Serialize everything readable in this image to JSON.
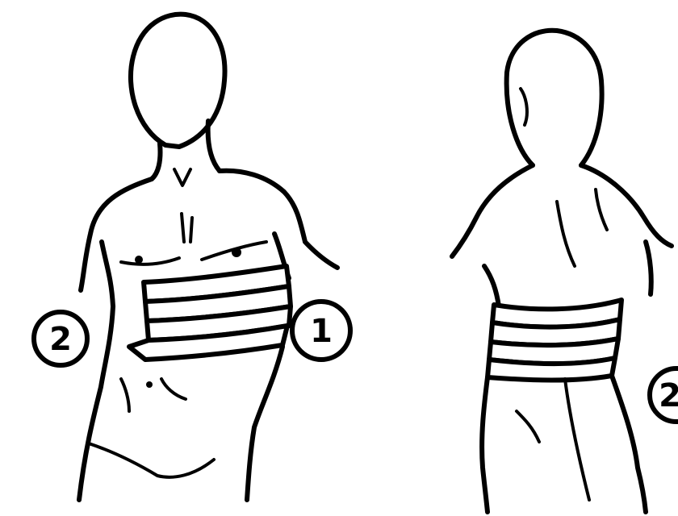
{
  "markers": {
    "front_left": "2",
    "front_right": "1",
    "back_right": "2"
  }
}
